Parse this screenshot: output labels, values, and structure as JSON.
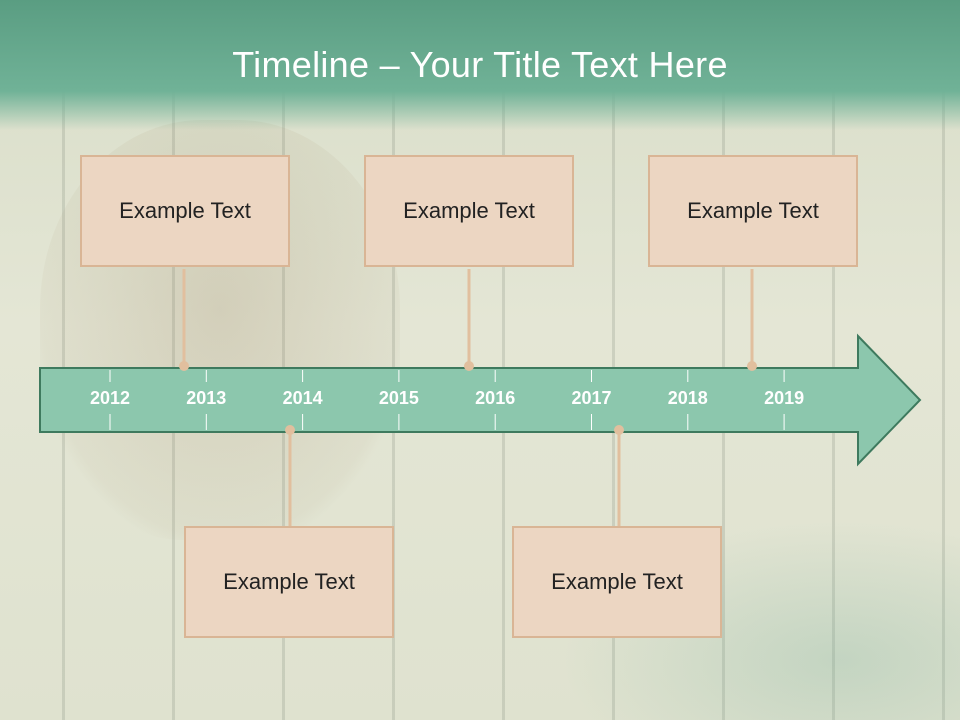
{
  "slide": {
    "title": "Timeline – Your Title Text Here"
  },
  "timeline": {
    "years": [
      "2012",
      "2013",
      "2014",
      "2015",
      "2016",
      "2017",
      "2018",
      "2019"
    ],
    "events": [
      {
        "text": "Example Text",
        "position": "above"
      },
      {
        "text": "Example Text",
        "position": "above"
      },
      {
        "text": "Example Text",
        "position": "above"
      },
      {
        "text": "Example Text",
        "position": "below"
      },
      {
        "text": "Example Text",
        "position": "below"
      }
    ]
  },
  "colors": {
    "header": "#6aab90",
    "arrow_fill": "#8cc7ad",
    "arrow_stroke": "#3e7a5e",
    "box_fill": "#ecd6c2",
    "box_border": "#d9b595",
    "connector": "#e1bf9e"
  }
}
